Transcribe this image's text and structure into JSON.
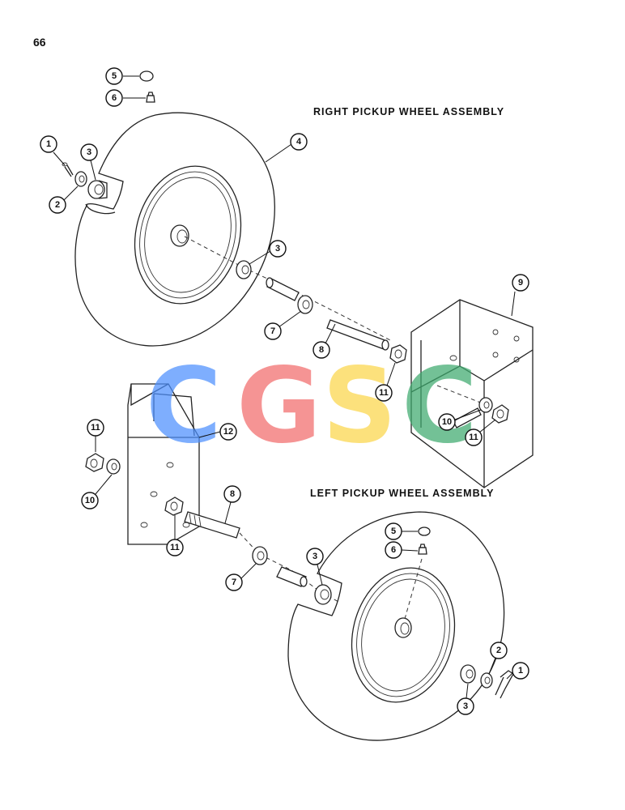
{
  "page": {
    "number": "66"
  },
  "assemblies": {
    "right": {
      "title": "RIGHT PICKUP WHEEL ASSEMBLY"
    },
    "left": {
      "title": "LEFT PICKUP WHEEL ASSEMBLY"
    }
  },
  "callouts": {
    "right_assembly": [
      "5",
      "6",
      "1",
      "3",
      "2",
      "4",
      "3",
      "7",
      "8",
      "9",
      "11",
      "10",
      "11",
      "12"
    ],
    "left_assembly": [
      "11",
      "10",
      "8",
      "11",
      "5",
      "6",
      "3",
      "7",
      "2",
      "1",
      "3"
    ]
  },
  "watermark": {
    "letters": [
      "C",
      "G",
      "S",
      "C"
    ],
    "colors": [
      "#4d90fe",
      "#f26b6b",
      "#fbd64a",
      "#3eaa6e"
    ]
  }
}
